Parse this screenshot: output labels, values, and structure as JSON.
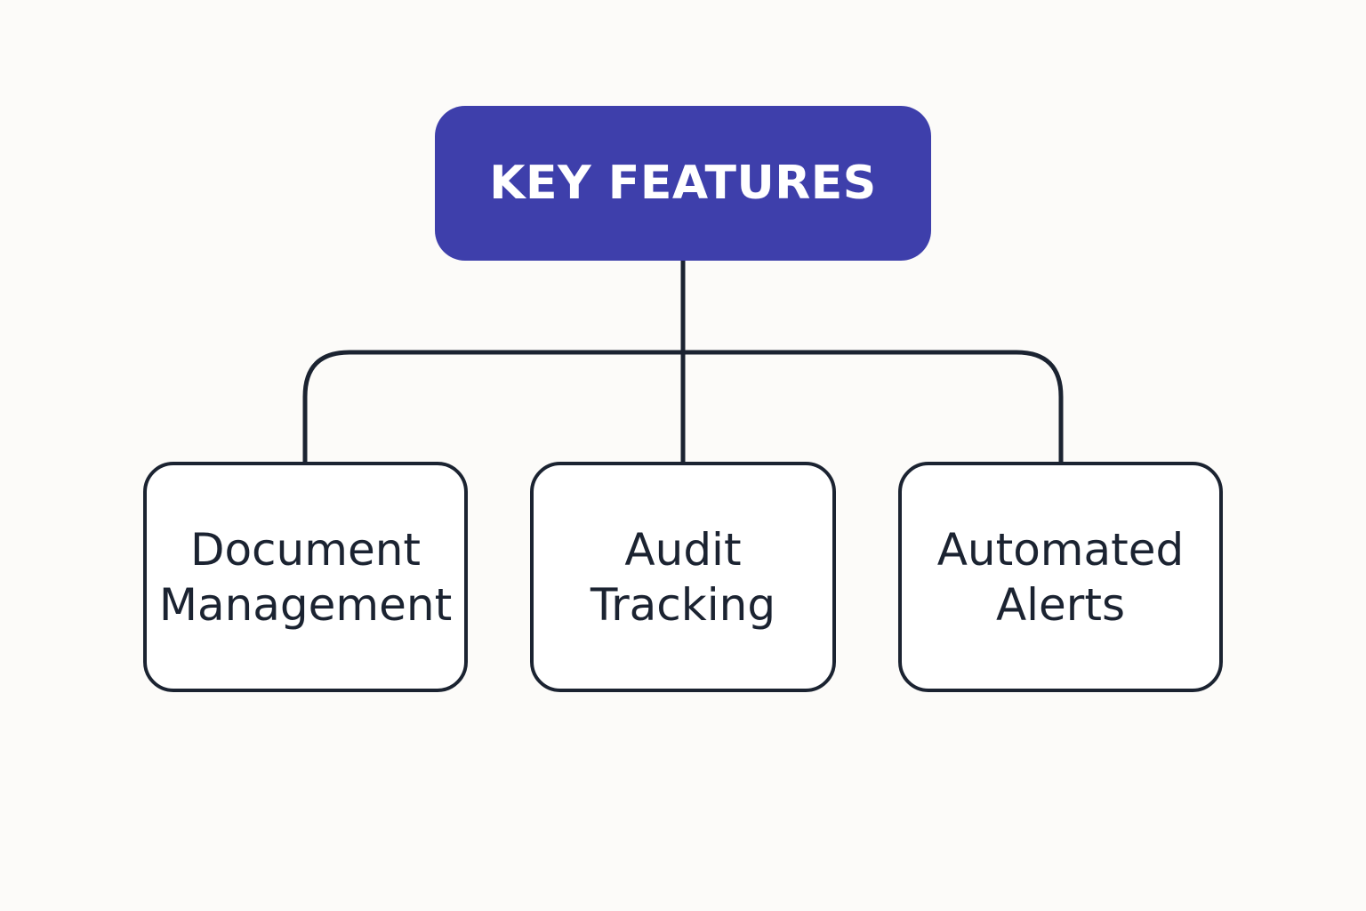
{
  "colors": {
    "background": "#fcfbf9",
    "root_fill": "#3e3fab",
    "root_text": "#ffffff",
    "line": "#1b2331",
    "child_fill": "#ffffff",
    "child_text": "#1b2331"
  },
  "root": {
    "label": "KEY FEATURES"
  },
  "children": [
    {
      "line1": "Document",
      "line2": "Management"
    },
    {
      "line1": "Audit",
      "line2": "Tracking"
    },
    {
      "line1": "Automated",
      "line2": "Alerts"
    }
  ]
}
